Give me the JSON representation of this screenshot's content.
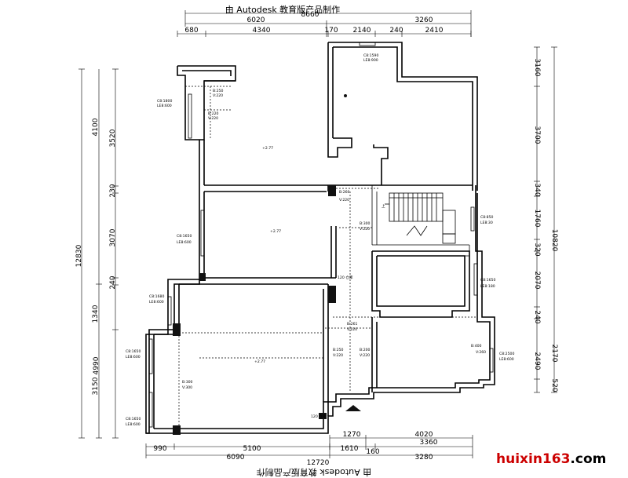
{
  "title": "由 Autodesk 教育版产品制作",
  "title_mirrored": "由 Autodesk 教育版产品制作",
  "dims_top_outer": [
    "6020",
    "8660",
    "3260"
  ],
  "dims_top": [
    "680",
    "4340",
    "170",
    "2140",
    "240",
    "2410"
  ],
  "dims_bottom": [
    "1270",
    "4020",
    "3360"
  ],
  "dims_bottom_outer": [
    "990",
    "5100",
    "1610",
    "160",
    "6090",
    "3280",
    "12720"
  ],
  "dims_left_outer": [
    "12830",
    "4990"
  ],
  "dims_left": [
    "4100",
    "3520",
    "230",
    "3070",
    "240",
    "1340",
    "3150"
  ],
  "dims_right_outer": [
    "10820"
  ],
  "dims_right": [
    "3160",
    "3700",
    "340",
    "1760",
    "320",
    "2070",
    "240",
    "2490",
    "2170",
    "520"
  ],
  "annotations": {
    "win1": [
      "C8:1590",
      "LE8:900"
    ],
    "win2": [
      "C8:1800",
      "LE8:600"
    ],
    "beam1": [
      "B:250",
      "V:220"
    ],
    "beam2": [
      "B:220",
      "V:220"
    ],
    "room1": "+2.77",
    "beam3": [
      "B:260",
      "V:220"
    ],
    "room2": "+2.77",
    "win3": [
      "C8:1650",
      "LE8:600"
    ],
    "beam4": [
      "B:300",
      "V:220"
    ],
    "win4": [
      "C8:850",
      "LE8:30"
    ],
    "up_label": "上",
    "tag": "120 仓库",
    "win5": [
      "C8:1680",
      "LE8:600"
    ],
    "win6": [
      "C8:1650",
      "LE8:180"
    ],
    "beam5": [
      "B:261",
      "V:220"
    ],
    "beam6": [
      "B:400",
      "V:260"
    ],
    "win7": [
      "C8:1650",
      "LE8:600"
    ],
    "beam7": [
      "B:250",
      "V:220"
    ],
    "beam8": [
      "B:200",
      "V:220"
    ],
    "win8": [
      "C8:2500",
      "LE8:600"
    ],
    "room3": "+2.77",
    "beam9": [
      "B:300",
      "V:300"
    ],
    "win9": [
      "C8:1650",
      "LE8:600"
    ],
    "tag2": "120 仓库"
  },
  "watermark": {
    "site": "huixin163",
    "dot": ".",
    "tld": "com"
  }
}
